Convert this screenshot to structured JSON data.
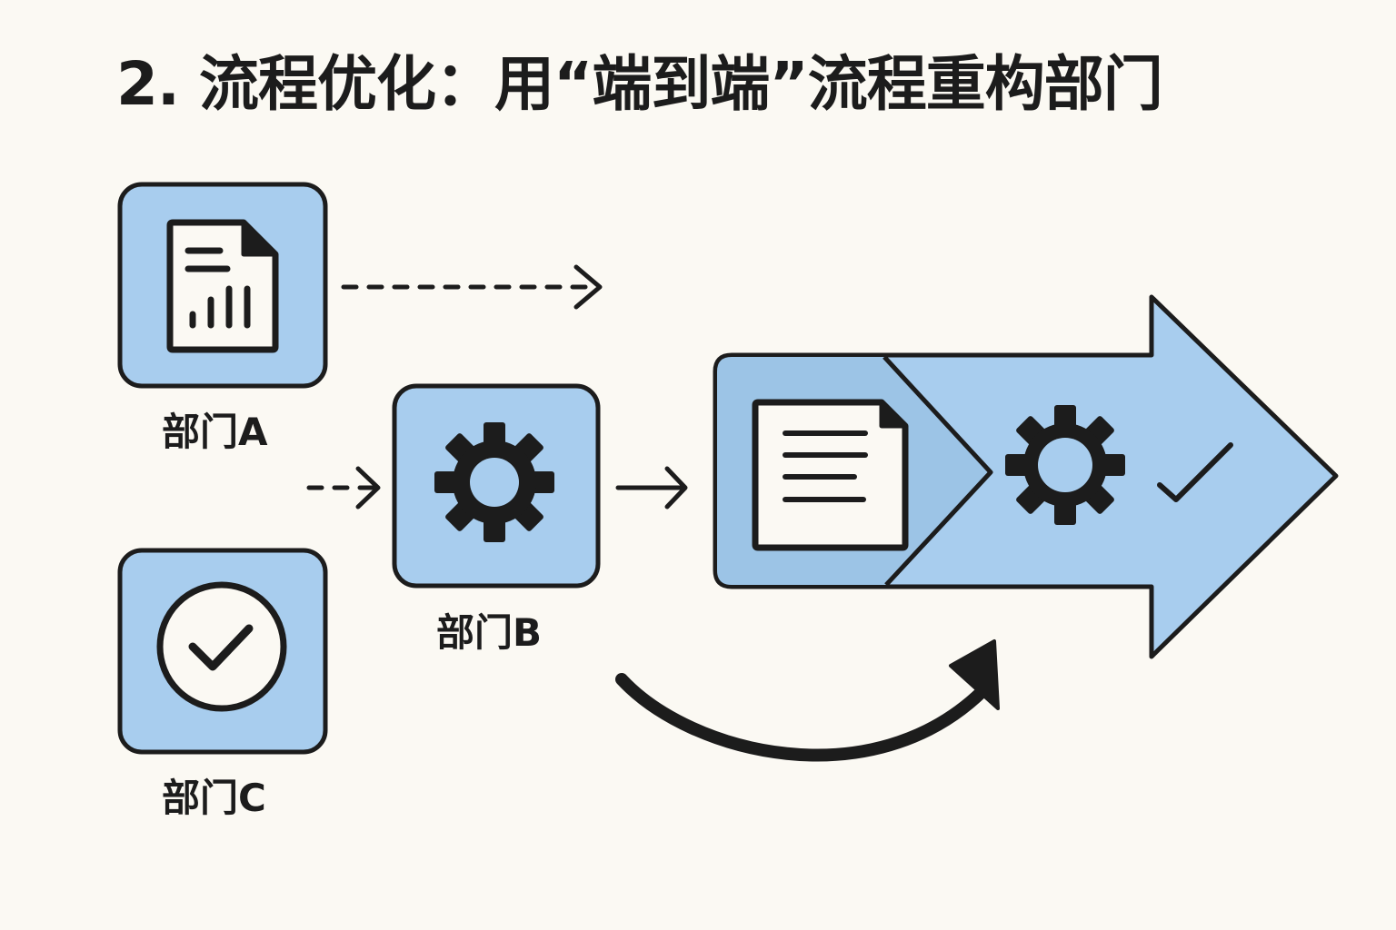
{
  "title": "2. 流程优化：用“端到端”流程重构部门",
  "departments": [
    {
      "label": "部门A",
      "icon": "document-chart-icon"
    },
    {
      "label": "部门B",
      "icon": "gear-icon"
    },
    {
      "label": "部门C",
      "icon": "check-circle-icon"
    }
  ],
  "end_to_end_flow": {
    "stages": [
      "document-icon",
      "gear-icon",
      "checkmark-icon"
    ]
  },
  "colors": {
    "background": "#fbf9f3",
    "box_fill": "#a8cdee",
    "stroke": "#1c1c1c"
  }
}
